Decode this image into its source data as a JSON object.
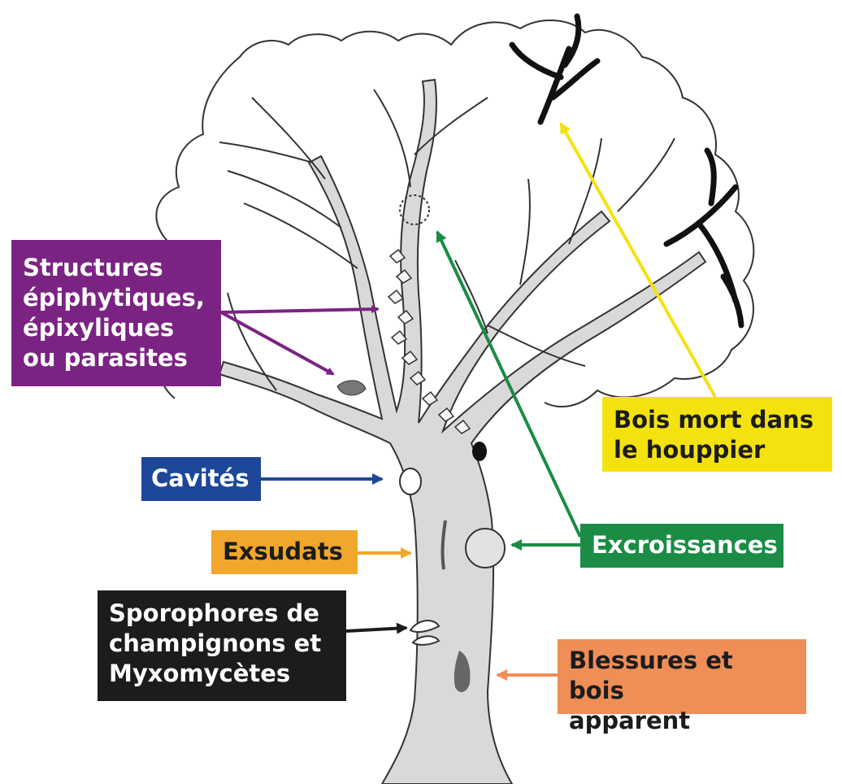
{
  "labels": {
    "structures": "Structures\népiphytiques,\népixyliques\nou parasites",
    "cavites": "Cavités",
    "exsudats": "Exsudats",
    "sporophores": "Sporophores de\nchampignons et\nMyxomycètes",
    "bois_mort": "Bois mort dans\nle houppier",
    "excroissances": "Excroissances",
    "blessures": "Blessures et bois\napparent"
  },
  "colors": {
    "structures_bg": "#7b2383",
    "cavites_bg": "#1d4798",
    "exsudats_bg": "#f1a62c",
    "sporophores_bg": "#1c1c1c",
    "bois_mort_bg": "#f4e20f",
    "excroissances_bg": "#1a8c45",
    "blessures_bg": "#ef8e57",
    "trunk_fill": "#d9d9d9",
    "outline": "#333333",
    "dead_wood": "#111111"
  }
}
